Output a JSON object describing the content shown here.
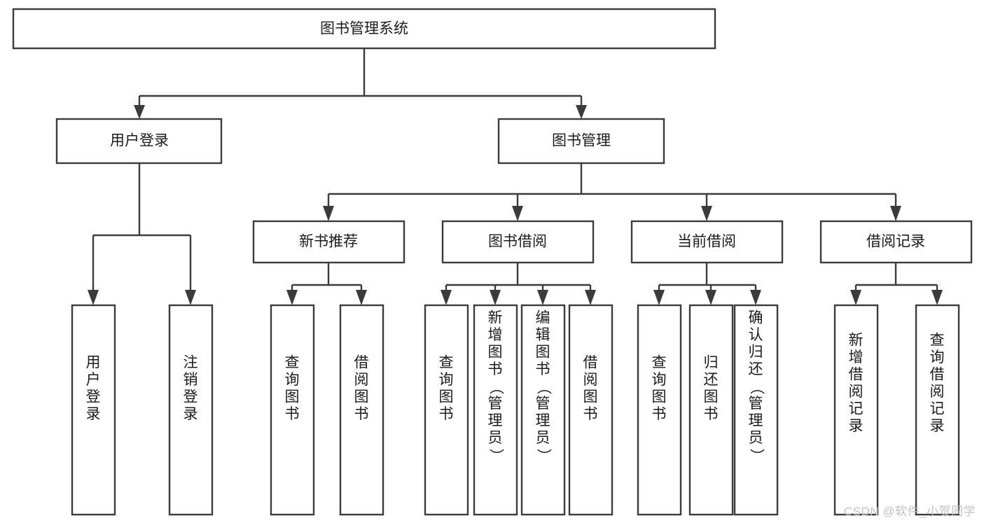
{
  "diagram": {
    "type": "tree-hierarchy",
    "title": "图书管理系统",
    "orientation": "top-down",
    "colors": {
      "box_stroke": "#3b3b3b",
      "box_fill": "#ffffff",
      "connector": "#3b3b3b",
      "text": "#1b1b1b",
      "background": "#ffffff",
      "watermark": "#c2c2c2"
    },
    "root": {
      "label": "图书管理系统"
    },
    "level2": [
      {
        "label": "用户登录"
      },
      {
        "label": "图书管理"
      }
    ],
    "level3": [
      {
        "label": "新书推荐"
      },
      {
        "label": "图书借阅"
      },
      {
        "label": "当前借阅"
      },
      {
        "label": "借阅记录"
      }
    ],
    "leaves": {
      "user_login": [
        {
          "label": "用户登录"
        },
        {
          "label": "注销登录"
        }
      ],
      "new_book_recommend": [
        {
          "label": "查询图书"
        },
        {
          "label": "借阅图书"
        }
      ],
      "book_borrow": [
        {
          "label": "查询图书"
        },
        {
          "label": "新增图书（管理员）"
        },
        {
          "label": "编辑图书（管理员）"
        },
        {
          "label": "借阅图书"
        }
      ],
      "current_borrow": [
        {
          "label": "查询图书"
        },
        {
          "label": "归还图书"
        },
        {
          "label": "确认归还（管理员）"
        }
      ],
      "borrow_record": [
        {
          "label": "新增借阅记录"
        },
        {
          "label": "查询借阅记录"
        }
      ]
    }
  },
  "watermark": {
    "text": "CSDN @软件_小贺同学"
  }
}
